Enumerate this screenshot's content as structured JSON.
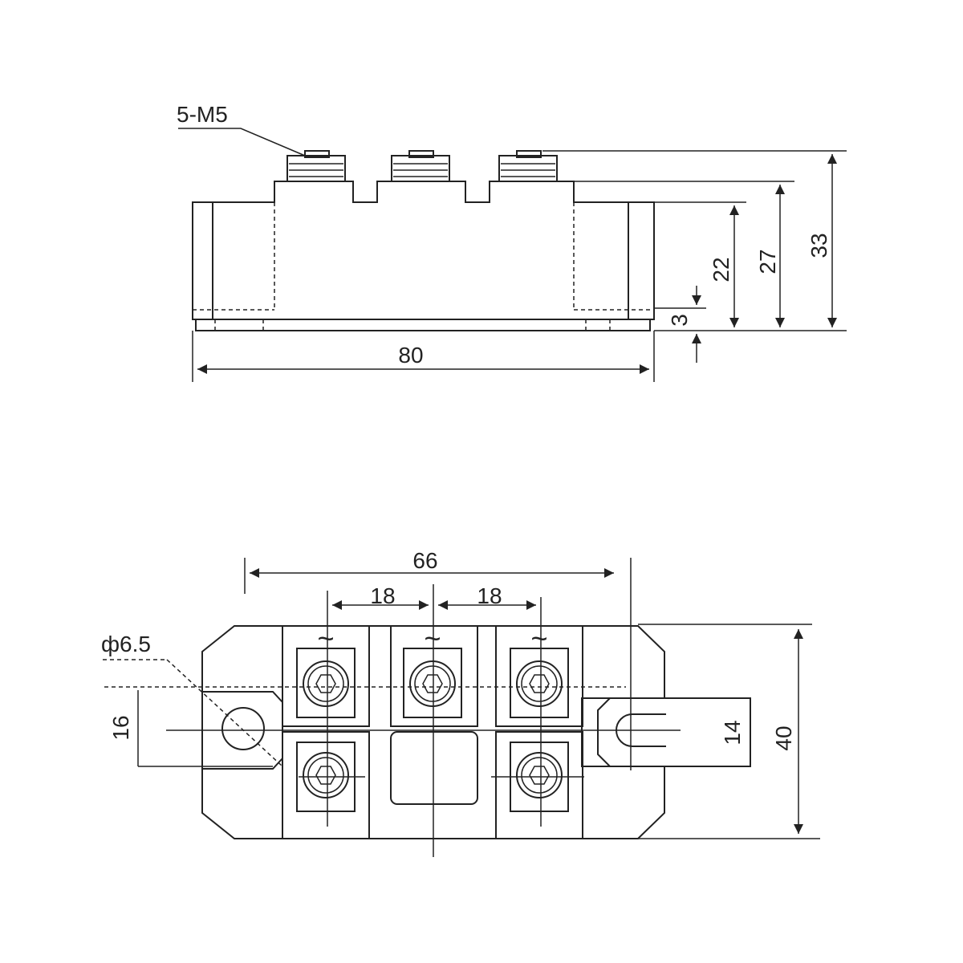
{
  "side_view": {
    "thread_label": "5-M5",
    "height_base": "22",
    "height_mid": "27",
    "height_total": "33",
    "plate_thickness": "3",
    "width_total": "80"
  },
  "top_view": {
    "span": "66",
    "pitch_left": "18",
    "pitch_right": "18",
    "hole_diameter": "ф6.5",
    "hole_offset": "16",
    "slot_width": "14",
    "body_width": "40",
    "ac_symbol": "~"
  },
  "colors": {
    "ink": "#222222",
    "background": "#ffffff"
  }
}
